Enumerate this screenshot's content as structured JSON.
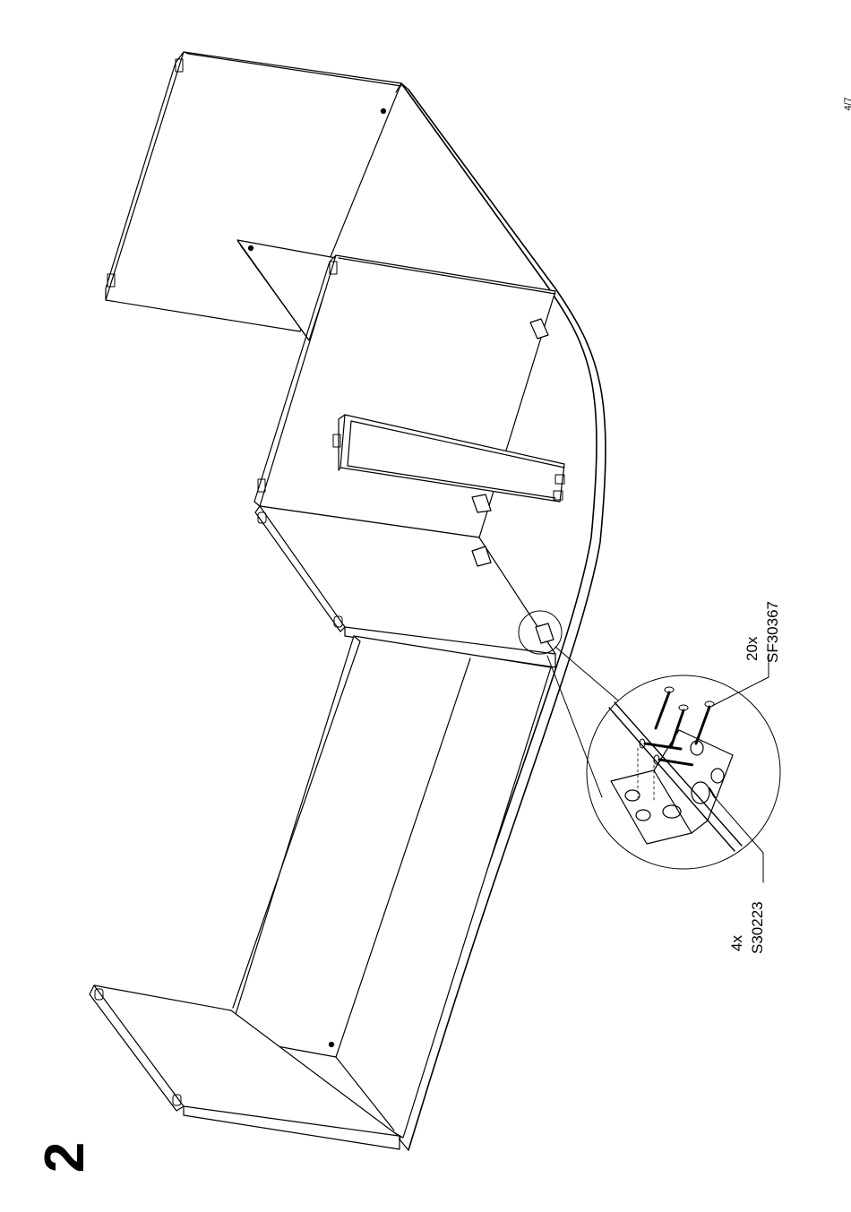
{
  "page": {
    "number": "4/7"
  },
  "step": {
    "number": "2"
  },
  "parts": [
    {
      "quantity": "20x",
      "code": "SF30367",
      "icon": "screw-icon"
    },
    {
      "quantity": "4x",
      "code": "S30223",
      "icon": "corner-bracket-icon"
    }
  ],
  "colors": {
    "line": "#000000",
    "panel": "#ffffff"
  }
}
